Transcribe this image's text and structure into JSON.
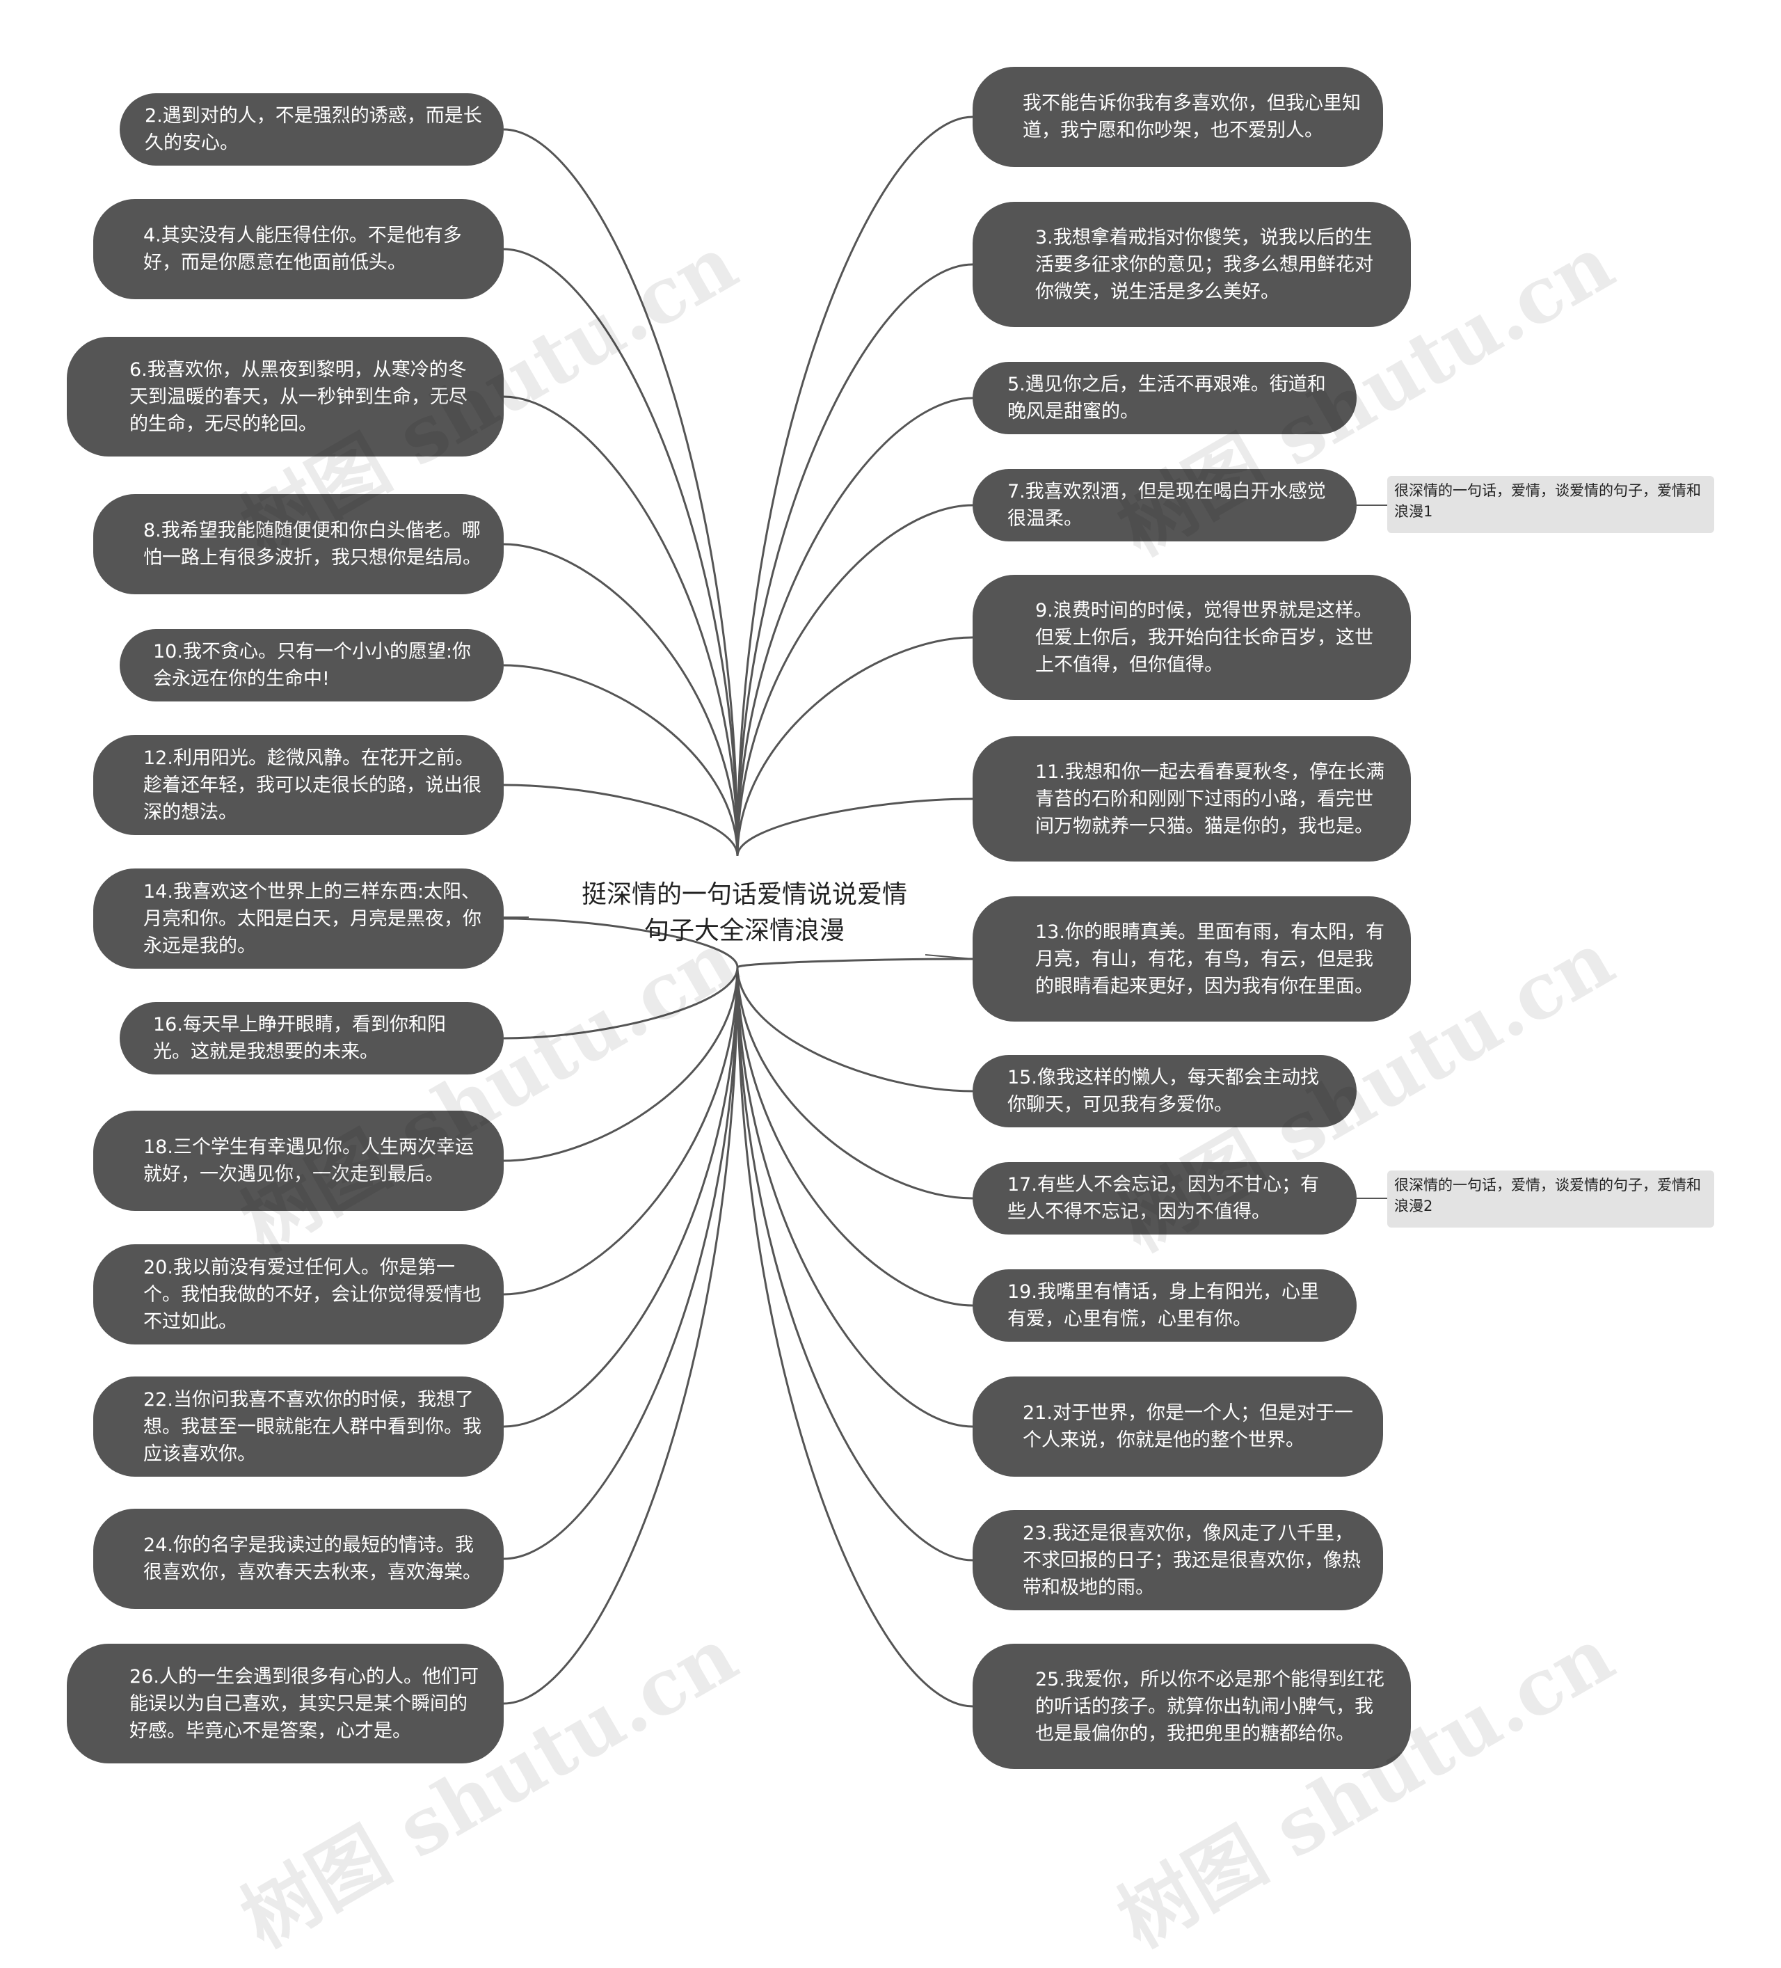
{
  "title": "挺深情的一句话爱情说说爱情句子大全深情浪漫",
  "left_nodes": [
    "2.遇到对的人，不是强烈的诱惑，而是长久的安心。",
    "4.其实没有人能压得住你。不是他有多好，而是你愿意在他面前低头。",
    "6.我喜欢你，从黑夜到黎明，从寒冷的冬天到温暖的春天，从一秒钟到生命，无尽的生命，无尽的轮回。",
    "8.我希望我能随随便便和你白头偕老。哪怕一路上有很多波折，我只想你是结局。",
    "10.我不贪心。只有一个小小的愿望:你会永远在你的生命中!",
    "12.利用阳光。趁微风静。在花开之前。趁着还年轻，我可以走很长的路，说出很深的想法。",
    "14.我喜欢这个世界上的三样东西:太阳、月亮和你。太阳是白天，月亮是黑夜，你永远是我的。",
    "16.每天早上睁开眼睛，看到你和阳光。这就是我想要的未来。",
    "18.三个学生有幸遇见你。人生两次幸运就好，一次遇见你，一次走到最后。",
    "20.我以前没有爱过任何人。你是第一个。我怕我做的不好，会让你觉得爱情也不过如此。",
    "22.当你问我喜不喜欢你的时候，我想了想。我甚至一眼就能在人群中看到你。我应该喜欢你。",
    "24.你的名字是我读过的最短的情诗。我很喜欢你，喜欢春天去秋来，喜欢海棠。",
    "26.人的一生会遇到很多有心的人。他们可能误以为自己喜欢，其实只是某个瞬间的好感。毕竟心不是答案，心才是。"
  ],
  "right_nodes": [
    "我不能告诉你我有多喜欢你，但我心里知道，我宁愿和你吵架，也不爱别人。",
    "3.我想拿着戒指对你傻笑，说我以后的生活要多征求你的意见；我多么想用鲜花对你微笑，说生活是多么美好。",
    "5.遇见你之后，生活不再艰难。街道和晚风是甜蜜的。",
    "7.我喜欢烈酒，但是现在喝白开水感觉很温柔。",
    "9.浪费时间的时候，觉得世界就是这样。但爱上你后，我开始向往长命百岁，这世上不值得，但你值得。",
    "11.我想和你一起去看春夏秋冬，停在长满青苔的石阶和刚刚下过雨的小路，看完世间万物就养一只猫。猫是你的，我也是。",
    "13.你的眼睛真美。里面有雨，有太阳，有月亮，有山，有花，有鸟，有云，但是我的眼睛看起来更好，因为我有你在里面。",
    "15.像我这样的懒人，每天都会主动找你聊天，可见我有多爱你。",
    "17.有些人不会忘记，因为不甘心；有些人不得不忘记，因为不值得。",
    "19.我嘴里有情话，身上有阳光，心里有爱，心里有慌，心里有你。",
    "21.对于世界，你是一个人；但是对于一个人来说，你就是他的整个世界。",
    "23.我还是很喜欢你，像风走了八千里，不求回报的日子；我还是很喜欢你，像热带和极地的雨。",
    "25.我爱你，所以你不必是那个能得到红花的听话的孩子。就算你出轨闹小脾气，我也是最偏你的，我把兜里的糖都给你。"
  ],
  "notes": [
    "很深情的一句话，爱情，谈爱情的句子，爱情和浪漫1",
    "很深情的一句话，爱情，谈爱情的句子，爱情和浪漫2"
  ],
  "watermark": "树图 shutu.cn",
  "colors": {
    "node_bg": "#555555",
    "node_text": "#ffffff",
    "edge": "#555555",
    "note_bg": "#e3e3e3"
  }
}
